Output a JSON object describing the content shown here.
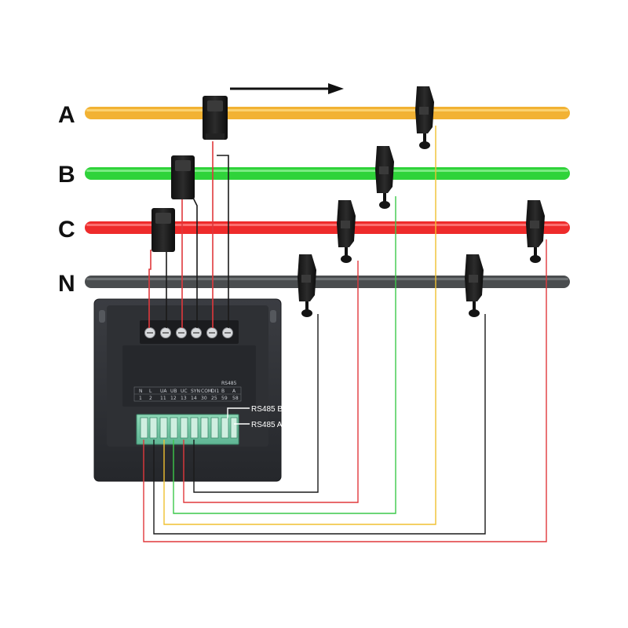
{
  "phases": [
    {
      "label": "A",
      "color": "#f2b233"
    },
    {
      "label": "B",
      "color": "#2fd33a"
    },
    {
      "label": "C",
      "color": "#ee2b2b"
    },
    {
      "label": "N",
      "color": "#4a4d4f"
    }
  ],
  "meter": {
    "panel_header": "RS485",
    "terminal_labels": [
      "N",
      "L",
      "UA",
      "UB",
      "UC",
      "SYN",
      "COM",
      "DI1",
      "B",
      "A"
    ],
    "terminal_numbers": [
      "1",
      "2",
      "11",
      "12",
      "13",
      "14",
      "30",
      "25",
      "59",
      "58"
    ],
    "rs485_b_label": "RS485 B",
    "rs485_a_label": "RS485 A"
  },
  "wire_colors": {
    "red": "#e0383c",
    "black": "#1a1a1a",
    "yellow": "#f0c030",
    "green": "#3cc94a"
  }
}
